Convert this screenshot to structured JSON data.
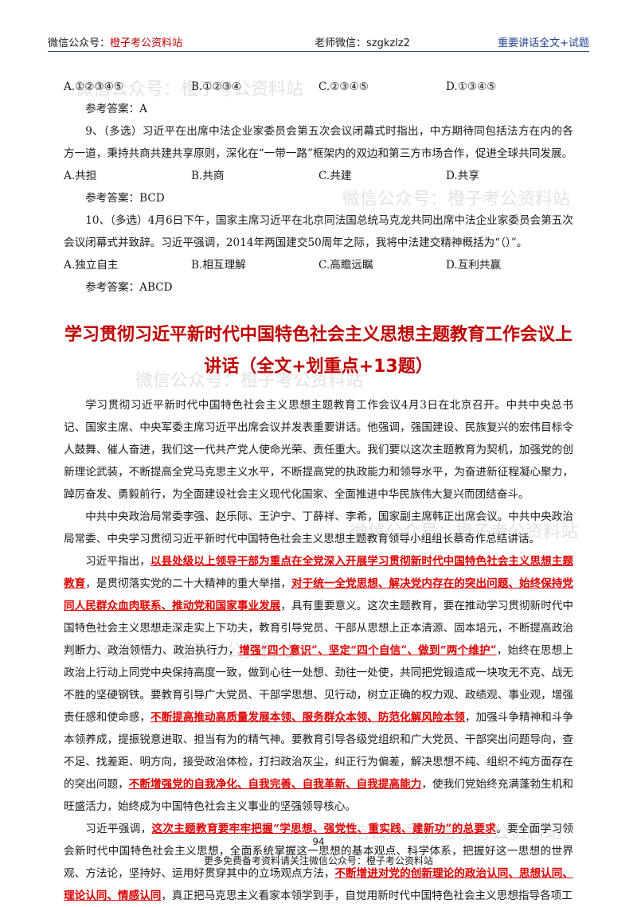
{
  "header": {
    "left_prefix": "微信公众号：",
    "left_name": "橙子考公资料站",
    "center": "老师微信：szgkzlz2",
    "right": "重要讲话全文+试题"
  },
  "watermark": "微信公众号：橙子考公资料站",
  "q8": {
    "options": [
      "A.①②③④⑤",
      "B.①②③④",
      "C.②③④⑤",
      "D.①③④⑤"
    ],
    "answer": "参考答案：A"
  },
  "q9": {
    "text": "9、（多选）习近平在出席中法企业家委员会第五次会议闭幕式时指出，中方期待同包括法方在内的各方一道，秉持共商共建共享原则，深化在“一带一路”框架内的双边和第三方市场合作，促进全球共同发展。",
    "options": [
      "A.共担",
      "B.共商",
      "C.共建",
      "D.共享"
    ],
    "answer": "参考答案：BCD"
  },
  "q10": {
    "text": "10、（多选）4月6日下午，国家主席习近平在北京同法国总统马克龙共同出席中法企业家委员会第五次会议闭幕式并致辞。习近平强调，2014年两国建交50周年之际，我将中法建交精神概括为“（）”。",
    "options": [
      "A.独立自主",
      "B.相互理解",
      "C.高瞻远瞩",
      "D.互利共赢"
    ],
    "answer": "参考答案：ABCD"
  },
  "title": "学习贯彻习近平新时代中国特色社会主义思想主题教育工作会议上讲话（全文+划重点+13题）",
  "para1": "学习贯彻习近平新时代中国特色社会主义思想主题教育工作会议4月3日在北京召开。中共中央总书记、国家主席、中央军委主席习近平出席会议并发表重要讲话。他强调，强国建设、民族复兴的宏伟目标令人鼓舞、催人奋进，我们这一代共产党人使命光荣、责任重大。我们要以这次主题教育为契机，加强党的创新理论武装，不断提高全党马克思主义水平，不断提高党的执政能力和领导水平，为奋进新征程凝心聚力，踔厉奋发、勇毅前行，为全面建设社会主义现代化国家、全面推进中华民族伟大复兴而团结奋斗。",
  "para2": "中共中央政治局常委李强、赵乐际、王沪宁、丁薛祥、李希，国家副主席韩正出席会议。中共中央政治局常委、中央学习贯彻习近平新时代中国特色社会主义思想主题教育领导小组组长蔡奇作总结讲话。",
  "para3": {
    "t1": "习近平指出，",
    "h1": "以县处级以上领导干部为重点在全党深入开展学习贯彻新时代中国特色社会主义思想主题教育",
    "t2": "，是贯彻落实党的二十大精神的重大举措，",
    "h2": "对于统一全党思想、解决党内存在的突出问题、始终保持党同人民群众血肉联系、推动党和国家事业发展",
    "t3": "，具有重要意义。这次主题教育，要在推动学习贯彻新时代中国特色社会主义思想走深走实上下功夫，教育引导党员、干部从思想上正本清源、固本培元，不断提高政治判断力、政治领悟力、政治执行力，",
    "h3": "增强“四个意识”、坚定“四个自信”、做到“两个维护”",
    "t4": "，始终在思想上政治上行动上同党中央保持高度一致，做到心往一处想、劲往一处使，共同把党锻造成一块攻无不克、战无不胜的坚硬钢铁。要教育引导广大党员、干部学思想、见行动，树立正确的权力观、政绩观、事业观，增强责任感和使命感，",
    "h4": "不断提高推动高质量发展本领、服务群众本领、防范化解风险本领",
    "t5": "，加强斗争精神和斗争本领养成，提振锐意进取、担当有为的精气神。要教育引导各级党组织和广大党员、干部突出问题导向，查不足、找差距、明方向，接受政治体检，打扫政治灰尘，纠正行为偏差，解决思想不纯、组织不纯方面存在的突出问题，",
    "h5": "不断增强党的自我净化、自我完善、自我革新、自我提高能力",
    "t6": "，使我们党始终充满蓬勃生机和旺盛活力，始终成为中国特色社会主义事业的坚强领导核心。"
  },
  "para4": {
    "t1": "习近平强调，",
    "h1": "这次主题教育要牢牢把握“学思想、强党性、重实践、建新功”的总要求",
    "t2": "。要全面学习领会新时代中国特色社会主义思想，全面系统掌握这一思想的基本观点、科学体系，把握好这一思想的世界观、方法论，坚持好、运用好贯穿其中的立场观点方法，",
    "h2": "不断增进对党的创新理论的政治认同、思想认同、理论认同、情感认同",
    "t3": "，真正把马克思主义看家本领学到手，自觉用新时代中国特色社会主义思想指导各项工"
  },
  "page_number": "94",
  "footer": "更多免费备考资料请关注微信公众号：橙子考公资料站"
}
